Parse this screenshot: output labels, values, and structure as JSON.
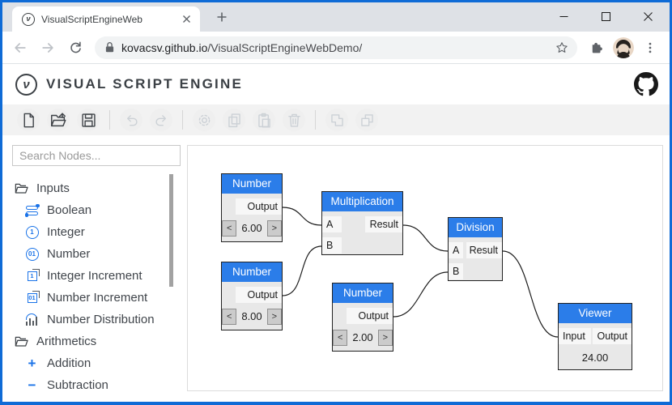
{
  "colors": {
    "window_border": "#0f6bd6",
    "node_header": "#2b7de9",
    "tree_icon_accent": "#1a73e8"
  },
  "browser": {
    "tab_title": "VisualScriptEngineWeb",
    "url_domain": "kovacsv.github.io",
    "url_path": "/VisualScriptEngineWebDemo/",
    "window_control_icons": [
      "minimize-icon",
      "maximize-icon",
      "close-icon"
    ],
    "nav_icons": [
      "back-icon",
      "forward-icon",
      "reload-icon",
      "lock-icon",
      "star-icon",
      "extensions-icon",
      "avatar",
      "menu-kebab-icon"
    ]
  },
  "header": {
    "logo_glyph": "ν",
    "title": "VISUAL SCRIPT ENGINE",
    "github_icon": "github-icon"
  },
  "toolbar": {
    "items": [
      {
        "name": "new-document",
        "enabled": true
      },
      {
        "name": "open-document",
        "enabled": true
      },
      {
        "name": "save-document",
        "enabled": true
      },
      {
        "name": "undo",
        "enabled": false
      },
      {
        "name": "redo",
        "enabled": false
      },
      {
        "name": "settings",
        "enabled": false
      },
      {
        "name": "copy",
        "enabled": false
      },
      {
        "name": "paste",
        "enabled": false
      },
      {
        "name": "delete",
        "enabled": false
      },
      {
        "name": "group",
        "enabled": false
      },
      {
        "name": "ungroup",
        "enabled": false
      }
    ]
  },
  "sidebar": {
    "search_placeholder": "Search Nodes...",
    "tree": [
      {
        "label": "Inputs",
        "icon": "folder-open-icon",
        "folder": true
      },
      {
        "label": "Boolean",
        "icon": "boolean-toggle-icon"
      },
      {
        "label": "Integer",
        "icon": "integer-circle-icon",
        "badge": "1"
      },
      {
        "label": "Number",
        "icon": "number-circle-icon",
        "badge": "01"
      },
      {
        "label": "Integer Increment",
        "icon": "integer-increment-icon",
        "badge": "1"
      },
      {
        "label": "Number Increment",
        "icon": "number-increment-icon",
        "badge": "01"
      },
      {
        "label": "Number Distribution",
        "icon": "distribution-icon"
      },
      {
        "label": "Arithmetics",
        "icon": "folder-open-icon",
        "folder": true
      },
      {
        "label": "Addition",
        "icon": "plus-icon",
        "glyph": "+"
      },
      {
        "label": "Subtraction",
        "icon": "minus-icon",
        "glyph": "−"
      }
    ]
  },
  "canvas": {
    "nodes": {
      "number1": {
        "title": "Number",
        "output": "Output",
        "value": "6.00",
        "dec": "<",
        "inc": ">"
      },
      "number2": {
        "title": "Number",
        "output": "Output",
        "value": "8.00",
        "dec": "<",
        "inc": ">"
      },
      "number3": {
        "title": "Number",
        "output": "Output",
        "value": "2.00",
        "dec": "<",
        "inc": ">"
      },
      "multiplication": {
        "title": "Multiplication",
        "a": "A",
        "b": "B",
        "result": "Result"
      },
      "division": {
        "title": "Division",
        "a": "A",
        "b": "B",
        "result": "Result"
      },
      "viewer": {
        "title": "Viewer",
        "input": "Input",
        "output": "Output",
        "value": "24.00"
      }
    }
  }
}
